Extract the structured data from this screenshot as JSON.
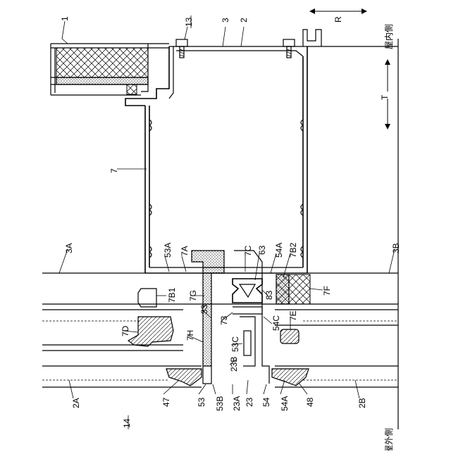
{
  "labels": {
    "l1": "1",
    "l13": "13",
    "l3": "3",
    "l2": "2",
    "lR": "R",
    "lT": "T",
    "indoor": "屋内側",
    "outdoor": "屋外側",
    "l7": "7",
    "l3A": "3A",
    "l3B": "3B",
    "l53A": "53A",
    "l7A": "7A",
    "l7C": "7C",
    "l63": "63",
    "l54A_top": "54A",
    "l7B2": "7B2",
    "l7B1": "7B1",
    "l7G": "7G",
    "l83": "83",
    "l7F": "7F",
    "l33": "33",
    "l73": "73",
    "l54C": "54C",
    "l7E": "7E",
    "l7D": "7D",
    "l7H": "7H",
    "l53C": "53C",
    "l23B": "23B",
    "l2A": "2A",
    "l2B": "2B",
    "l47": "47",
    "l53": "53",
    "l53B": "53B",
    "l23A": "23A",
    "l23": "23",
    "l54": "54",
    "l54A_bot": "54A",
    "l48": "48",
    "l14": "14"
  }
}
